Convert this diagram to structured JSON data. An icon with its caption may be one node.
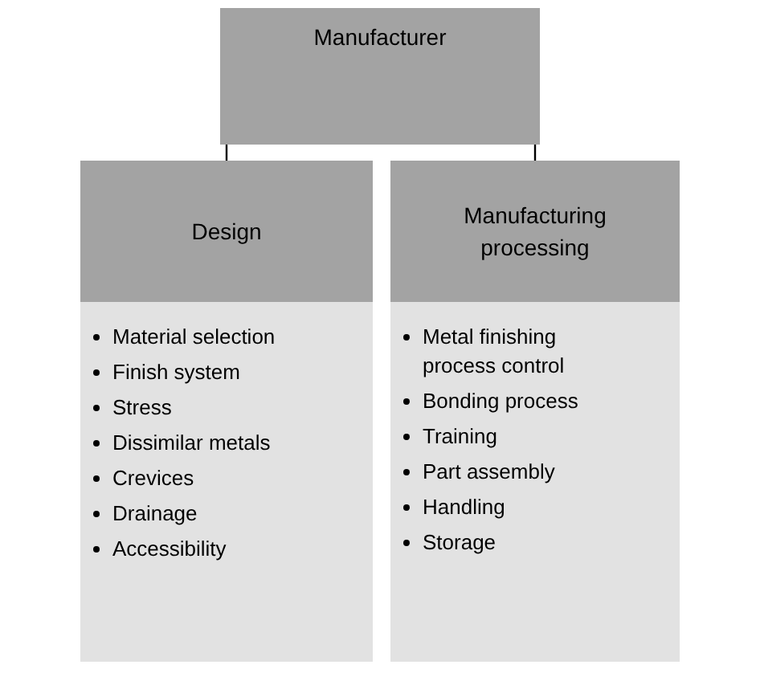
{
  "diagram": {
    "nodes": [
      {
        "text": [
          "Manufacturer"
        ]
      },
      {
        "text": [
          "Design",
          "Material selection",
          "Finish system",
          "Stress",
          "Dissimilar metals",
          "Crevices",
          "Drainage",
          "Accessibility"
        ]
      },
      {
        "text": [
          "Manufacturing processing",
          "Metal finishing process control",
          "Bonding process",
          "Training",
          "Part assembly",
          "Handling",
          "Storage"
        ]
      }
    ],
    "edges": [
      {
        "from": 0,
        "to": 1,
        "arrow": "none"
      },
      {
        "from": 0,
        "to": 2,
        "arrow": "none"
      }
    ]
  }
}
